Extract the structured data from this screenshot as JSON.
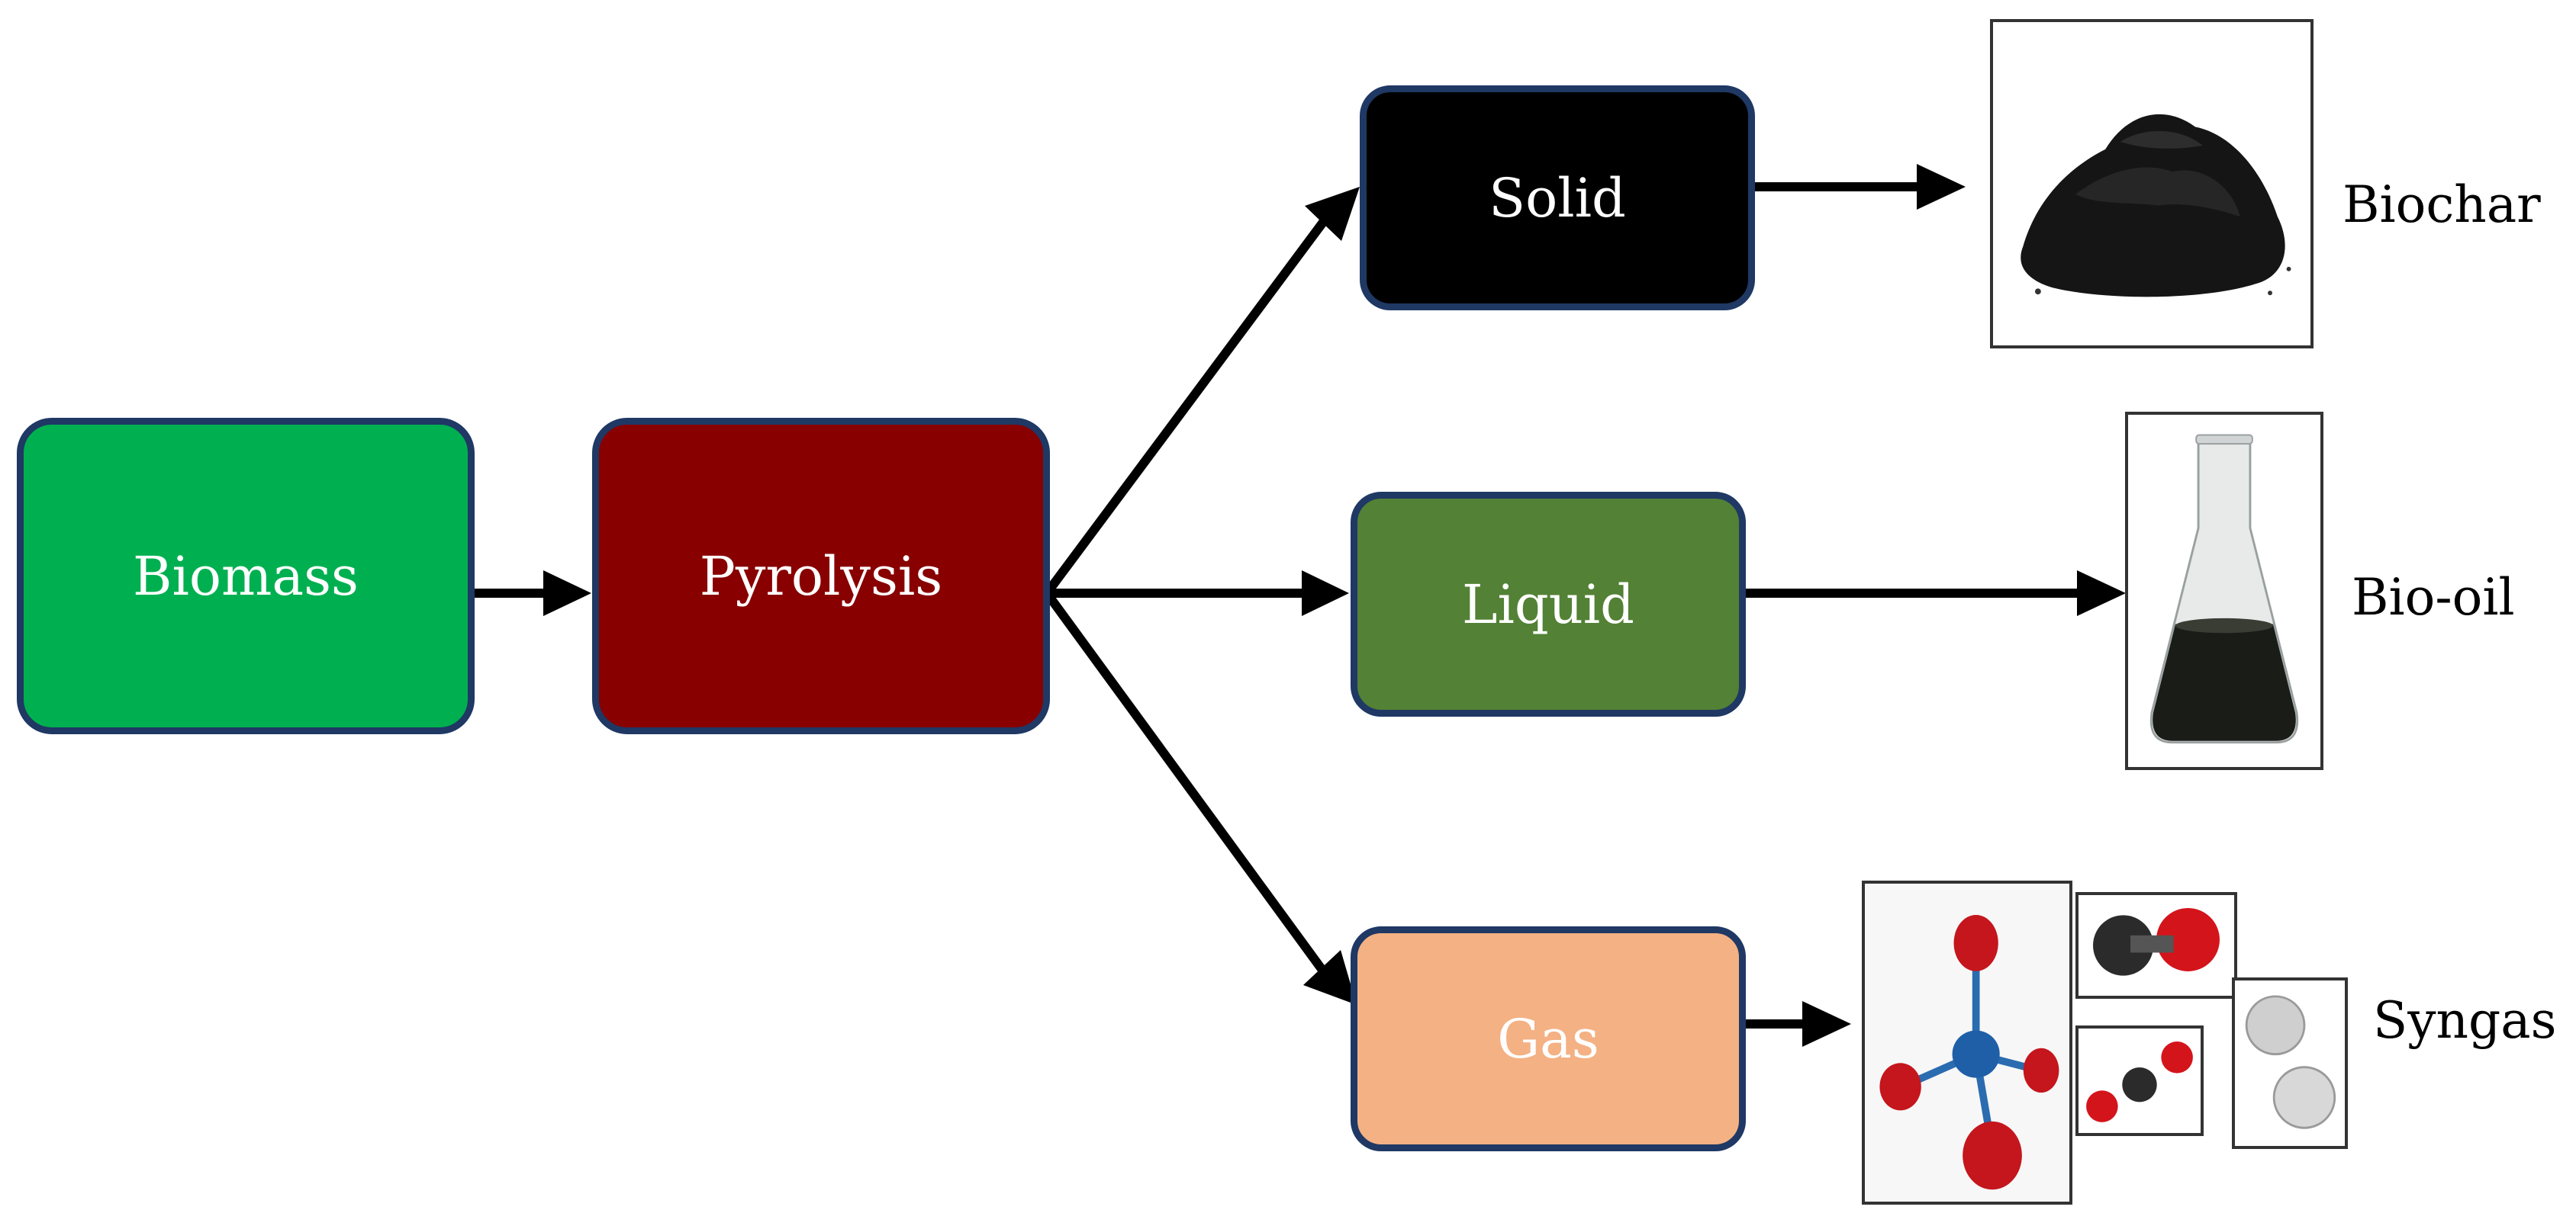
{
  "nodes": {
    "biomass": {
      "label": "Biomass",
      "color": "#00b050"
    },
    "pyrolysis": {
      "label": "Pyrolysis",
      "color": "#880000"
    },
    "solid": {
      "label": "Solid",
      "color": "#000000"
    },
    "liquid": {
      "label": "Liquid",
      "color": "#538135"
    },
    "gas": {
      "label": "Gas",
      "color": "#f4b183"
    }
  },
  "node_border_color": "#1f3864",
  "products": {
    "biochar": {
      "label": "Biochar",
      "icon": "biochar-powder-image"
    },
    "biooil": {
      "label": "Bio-oil",
      "icon": "bio-oil-flask-image"
    },
    "syngas": {
      "label": "Syngas",
      "icons": [
        "methane-molecule-image",
        "carbon-dioxide-molecule-image",
        "carbon-monoxide-molecule-image",
        "hydrogen-molecule-image"
      ]
    }
  },
  "edges": [
    {
      "from": "Biomass",
      "to": "Pyrolysis"
    },
    {
      "from": "Pyrolysis",
      "to": "Solid"
    },
    {
      "from": "Pyrolysis",
      "to": "Liquid"
    },
    {
      "from": "Pyrolysis",
      "to": "Gas"
    },
    {
      "from": "Solid",
      "to": "Biochar"
    },
    {
      "from": "Liquid",
      "to": "Bio-oil"
    },
    {
      "from": "Gas",
      "to": "Syngas"
    }
  ]
}
